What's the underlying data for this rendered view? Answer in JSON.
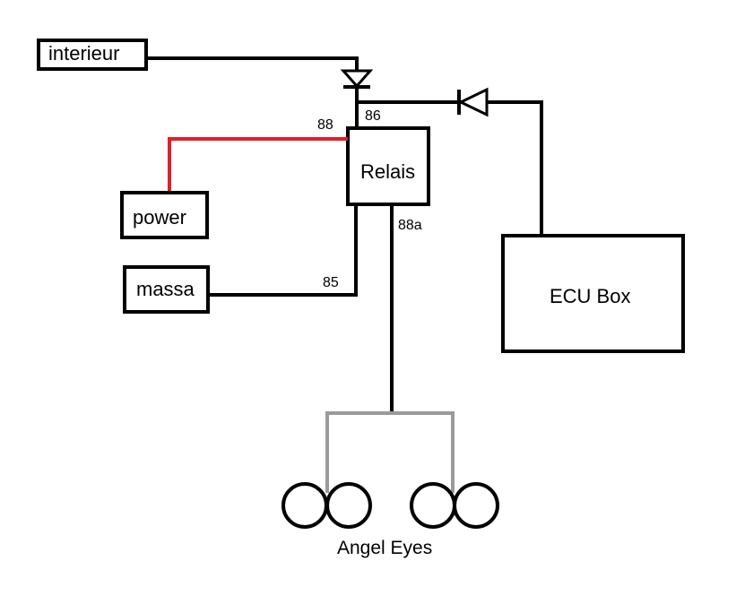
{
  "labels": {
    "interieur": "interieur",
    "power": "power",
    "massa": "massa",
    "relais": "Relais",
    "ecu": "ECU Box",
    "angel_eyes": "Angel Eyes"
  },
  "pins": {
    "p86": "86",
    "p88": "88",
    "p88a": "88a",
    "p85": "85"
  },
  "colors": {
    "wire": "#000000",
    "power_wire": "#e0202a",
    "light_wire": "#9a9a9a",
    "box_stroke": "#000000"
  },
  "icons": [
    "diode-icon",
    "diode-icon",
    "angel-eye-ring-icon"
  ]
}
